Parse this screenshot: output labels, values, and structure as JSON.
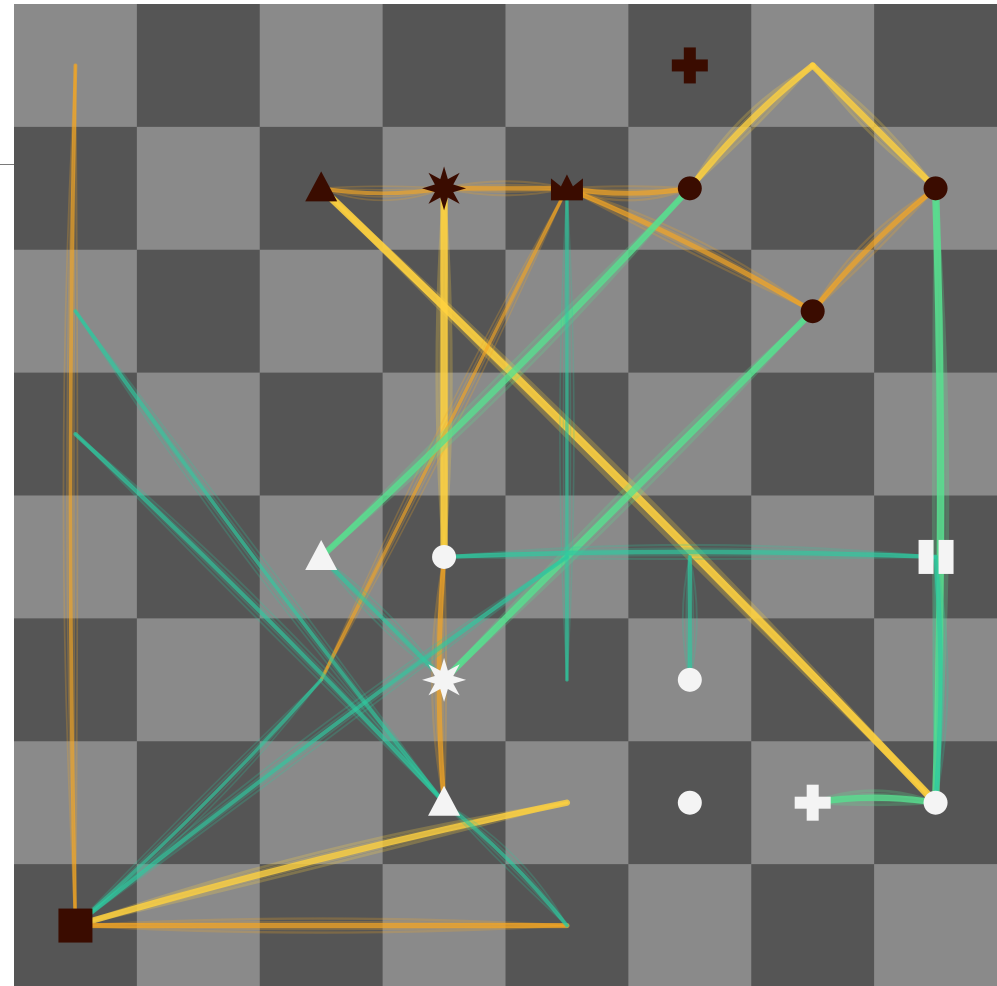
{
  "board": {
    "ranks": 8,
    "files": 8,
    "light_square_color": "#8a8a8a",
    "dark_square_color": "#555555"
  },
  "colors": {
    "dark_flow": "#f5a623",
    "dark_flow_strong": "#ffd23f",
    "light_flow": "#2fc9a0",
    "light_flow_strong": "#58e08f",
    "dark_piece": "#3a0c00",
    "light_piece": "#f4f4f4"
  },
  "pieces": [
    {
      "id": "dark-rook-a1",
      "side": "dark",
      "icon": "square-icon",
      "square": "a1"
    },
    {
      "id": "dark-king-f8",
      "side": "dark",
      "icon": "cross-icon",
      "square": "f8"
    },
    {
      "id": "dark-bishop-c7",
      "side": "dark",
      "icon": "triangle-icon",
      "square": "c7"
    },
    {
      "id": "dark-knight-d7",
      "side": "dark",
      "icon": "star-icon",
      "square": "d7"
    },
    {
      "id": "dark-queen-e7",
      "side": "dark",
      "icon": "crown-icon",
      "square": "e7"
    },
    {
      "id": "dark-pawn-f7",
      "side": "dark",
      "icon": "circle-icon",
      "square": "f7"
    },
    {
      "id": "dark-pawn-h7",
      "side": "dark",
      "icon": "circle-icon",
      "square": "h7"
    },
    {
      "id": "dark-pawn-g6",
      "side": "dark",
      "icon": "circle-icon",
      "square": "g6"
    },
    {
      "id": "light-bishop-c4",
      "side": "light",
      "icon": "triangle-icon",
      "square": "c4"
    },
    {
      "id": "light-pawn-d4",
      "side": "light",
      "icon": "circle-icon",
      "square": "d4"
    },
    {
      "id": "light-rook-h4",
      "side": "light",
      "icon": "rook-icon",
      "square": "h4"
    },
    {
      "id": "light-knight-d3",
      "side": "light",
      "icon": "star-icon",
      "square": "d3"
    },
    {
      "id": "light-pawn-f3",
      "side": "light",
      "icon": "circle-icon",
      "square": "f3"
    },
    {
      "id": "light-bishop-d2",
      "side": "light",
      "icon": "triangle-icon",
      "square": "d2"
    },
    {
      "id": "light-pawn-f2",
      "side": "light",
      "icon": "circle-icon",
      "square": "f2"
    },
    {
      "id": "light-king-g2",
      "side": "light",
      "icon": "cross-icon",
      "square": "g2"
    },
    {
      "id": "light-pawn-h2",
      "side": "light",
      "icon": "circle-icon",
      "square": "h2"
    }
  ],
  "flows": [
    {
      "side": "dark",
      "from": "c7",
      "to": "h2",
      "strength": 0.95
    },
    {
      "side": "dark",
      "from": "d7",
      "to": "d4",
      "strength": 0.9
    },
    {
      "side": "dark",
      "from": "d4",
      "to": "d2",
      "strength": 0.55
    },
    {
      "side": "dark",
      "from": "a1",
      "to": "e2",
      "strength": 0.75
    },
    {
      "side": "dark",
      "from": "a1",
      "to": "e1",
      "strength": 0.6
    },
    {
      "side": "dark",
      "from": "e7",
      "to": "f7",
      "strength": 0.55
    },
    {
      "side": "dark",
      "from": "f7",
      "to": "g8",
      "strength": 0.75
    },
    {
      "side": "dark",
      "from": "g8",
      "to": "h7",
      "strength": 0.75
    },
    {
      "side": "dark",
      "from": "h7",
      "to": "g6",
      "strength": 0.6
    },
    {
      "side": "dark",
      "from": "e7",
      "to": "g6",
      "strength": 0.55
    },
    {
      "side": "dark",
      "from": "d7",
      "to": "e7",
      "strength": 0.5
    },
    {
      "side": "dark",
      "from": "c7",
      "to": "d7",
      "strength": 0.4
    },
    {
      "side": "dark",
      "from": "a1",
      "to": "a8",
      "strength": 0.4
    },
    {
      "side": "dark",
      "from": "e7",
      "to": "c3",
      "strength": 0.35
    },
    {
      "side": "light",
      "from": "h2",
      "to": "h7",
      "strength": 0.9
    },
    {
      "side": "light",
      "from": "g2",
      "to": "h2",
      "strength": 0.75
    },
    {
      "side": "light",
      "from": "d3",
      "to": "g6",
      "strength": 0.8
    },
    {
      "side": "light",
      "from": "c4",
      "to": "f7",
      "strength": 0.75
    },
    {
      "side": "light",
      "from": "d4",
      "to": "h4",
      "strength": 0.5
    },
    {
      "side": "light",
      "from": "f3",
      "to": "f4",
      "strength": 0.45
    },
    {
      "side": "light",
      "from": "d2",
      "to": "a5",
      "strength": 0.45
    },
    {
      "side": "light",
      "from": "a1",
      "to": "e4",
      "strength": 0.45
    },
    {
      "side": "light",
      "from": "c4",
      "to": "d3",
      "strength": 0.45
    },
    {
      "side": "light",
      "from": "a6",
      "to": "d2",
      "strength": 0.4
    },
    {
      "side": "light",
      "from": "d2",
      "to": "e1",
      "strength": 0.4
    },
    {
      "side": "light",
      "from": "e7",
      "to": "e3",
      "strength": 0.35
    },
    {
      "side": "light",
      "from": "a1",
      "to": "c3",
      "strength": 0.35
    },
    {
      "side": "light",
      "from": "h4",
      "to": "h2",
      "strength": 0.5
    }
  ]
}
